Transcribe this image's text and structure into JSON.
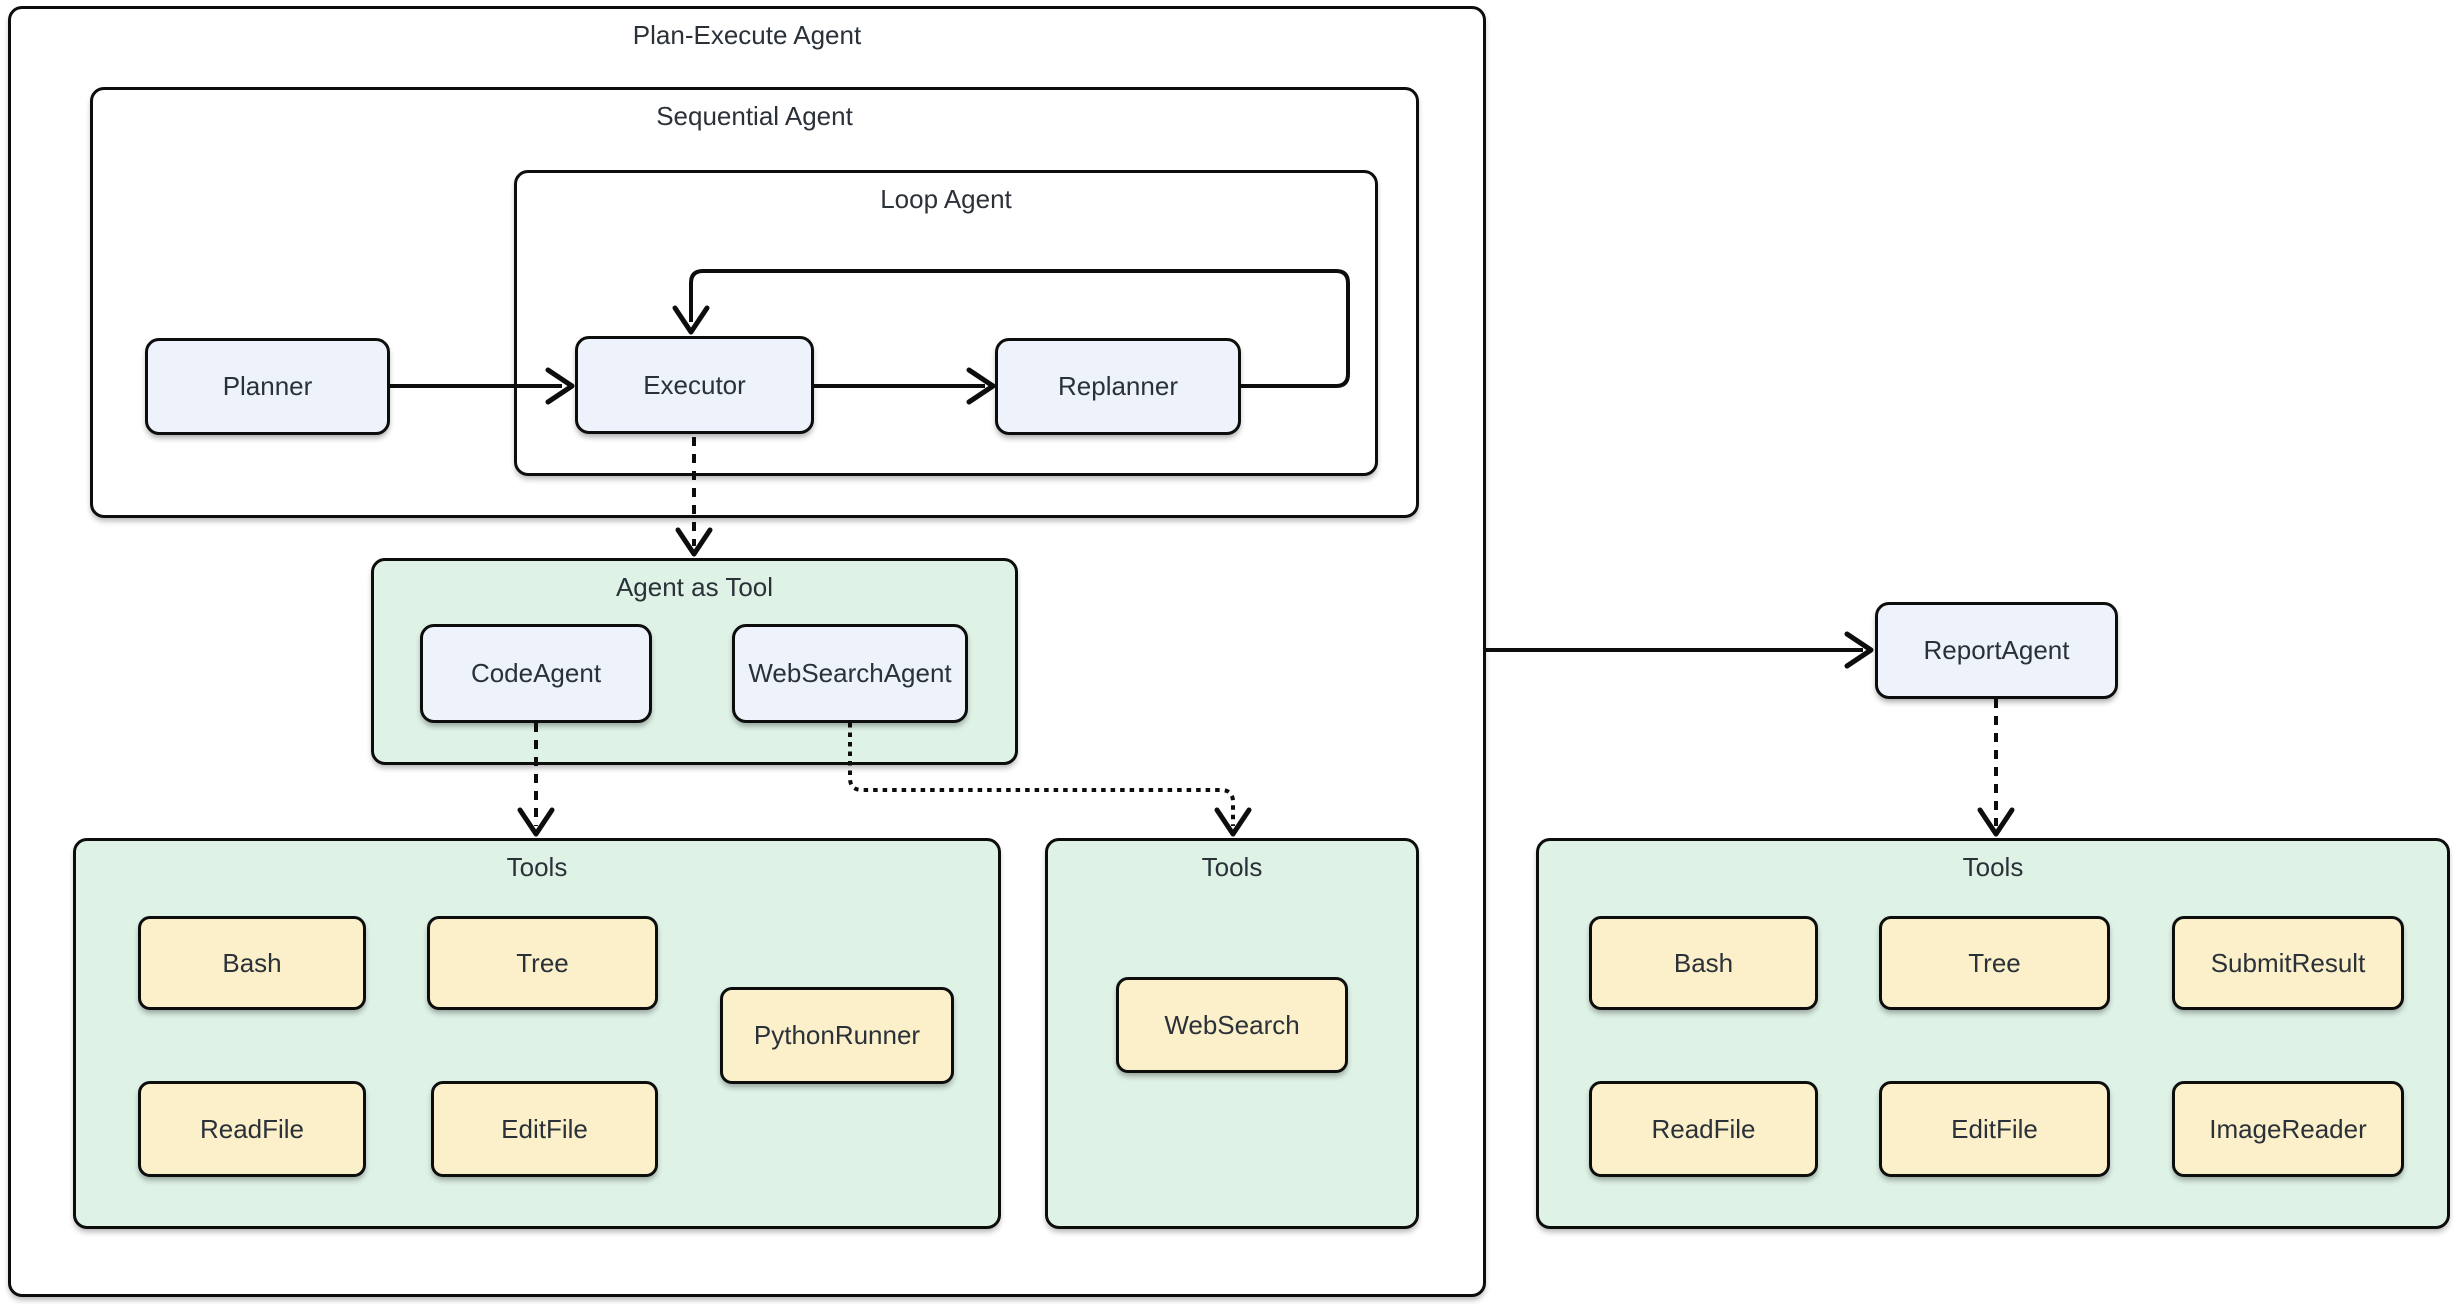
{
  "diagram": {
    "title": "Plan-Execute Agent",
    "groups": {
      "sequential": "Sequential Agent",
      "loop": "Loop Agent",
      "agent_as_tool": "Agent as Tool",
      "tools_left": "Tools",
      "tools_mid": "Tools",
      "tools_right": "Tools"
    },
    "nodes": {
      "planner": "Planner",
      "executor": "Executor",
      "replanner": "Replanner",
      "code_agent": "CodeAgent",
      "web_search_agent": "WebSearchAgent",
      "report_agent": "ReportAgent"
    },
    "tools": {
      "left": [
        "Bash",
        "Tree",
        "PythonRunner",
        "ReadFile",
        "EditFile"
      ],
      "mid": [
        "WebSearch"
      ],
      "right": [
        "Bash",
        "Tree",
        "SubmitResult",
        "ReadFile",
        "EditFile",
        "ImageReader"
      ]
    },
    "colors": {
      "canvas_bg": "#ffffff",
      "node_fill": "#edf2fb",
      "group_fill": "#def2e6",
      "tool_fill": "#fbf0ca",
      "stroke": "#0d0d0d",
      "text": "#2b3138"
    }
  }
}
